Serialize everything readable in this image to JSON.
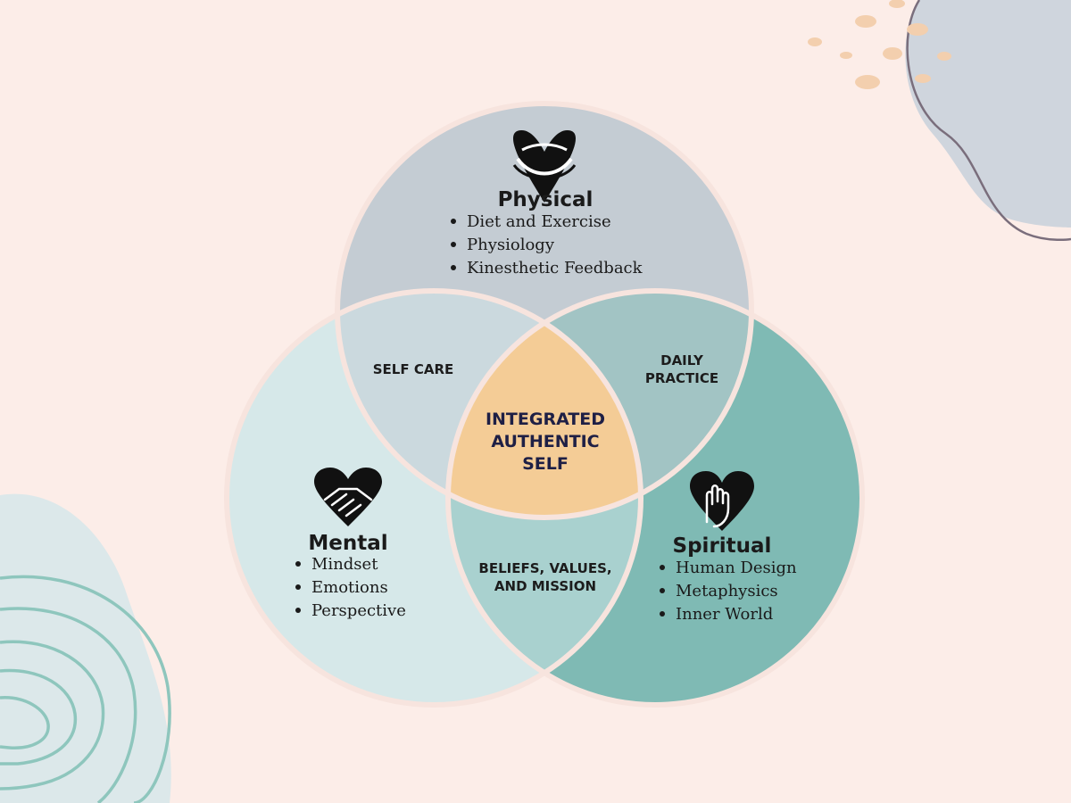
{
  "colors": {
    "background": "#fcede8",
    "physical": "#c4ccd3",
    "mental": "#d6e8e9",
    "spiritual": "#7fbab4",
    "self_care": "#cbd9de",
    "daily_practice": "#a2c4c4",
    "beliefs": "#a9d1cf",
    "center": "#f4cc96",
    "outline": "#f7e4de"
  },
  "circles": {
    "physical": {
      "icon": "heart-hug-icon",
      "title": "Physical",
      "items": [
        "Diet and Exercise",
        "Physiology",
        "Kinesthetic Feedback"
      ]
    },
    "mental": {
      "icon": "heart-handshake-icon",
      "title": "Mental",
      "items": [
        "Mindset",
        "Emotions",
        "Perspective"
      ]
    },
    "spiritual": {
      "icon": "heart-hand-icon",
      "title": "Spiritual",
      "items": [
        "Human Design",
        "Metaphysics",
        "Inner World"
      ]
    }
  },
  "overlaps": {
    "self_care": [
      "SELF CARE"
    ],
    "daily_practice": [
      "DAILY",
      "PRACTICE"
    ],
    "beliefs": [
      "BELIEFS, VALUES,",
      "AND MISSION"
    ],
    "center": [
      "INTEGRATED",
      "AUTHENTIC",
      "SELF"
    ]
  }
}
